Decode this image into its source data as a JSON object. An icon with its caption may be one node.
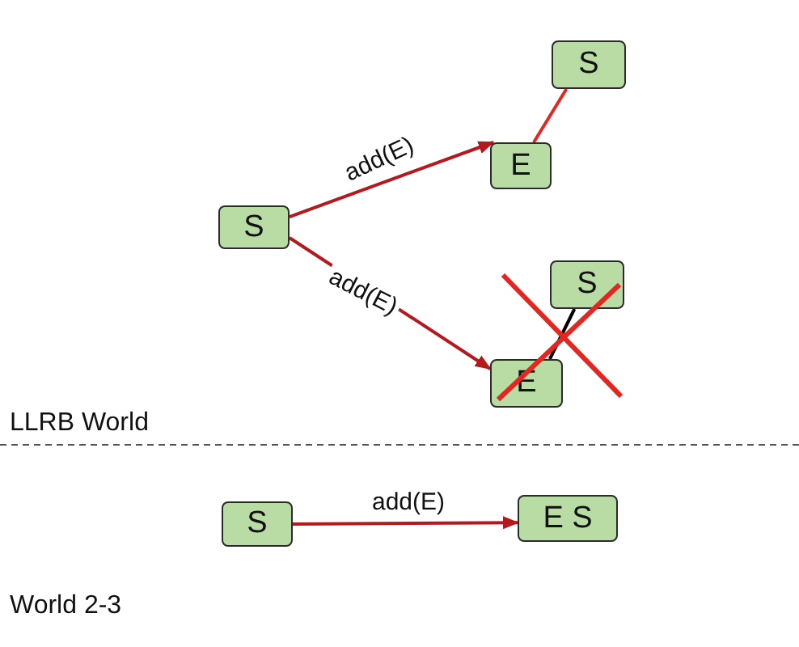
{
  "diagram": {
    "nodes": [
      {
        "text": [
          "S"
        ]
      },
      {
        "text": [
          "S"
        ]
      },
      {
        "text": [
          "E"
        ]
      },
      {
        "text": [
          "S"
        ]
      },
      {
        "text": [
          "E"
        ]
      },
      {
        "text": [
          "S"
        ]
      },
      {
        "text": [
          "E S"
        ]
      }
    ],
    "edges": [
      {
        "from": 0,
        "to": 2,
        "arrow": "to",
        "label": "add(E)"
      },
      {
        "from": 0,
        "to": 4,
        "arrow": "to",
        "label": "add(E)"
      },
      {
        "from": 2,
        "to": 1,
        "arrow": "none",
        "color": "#e3261f"
      },
      {
        "from": 4,
        "to": 3,
        "arrow": "none",
        "color": "#000000"
      },
      {
        "from": 5,
        "to": 6,
        "arrow": "to",
        "label": "add(E)"
      }
    ],
    "labels": [
      "LLRB World",
      "World 2-3"
    ]
  }
}
